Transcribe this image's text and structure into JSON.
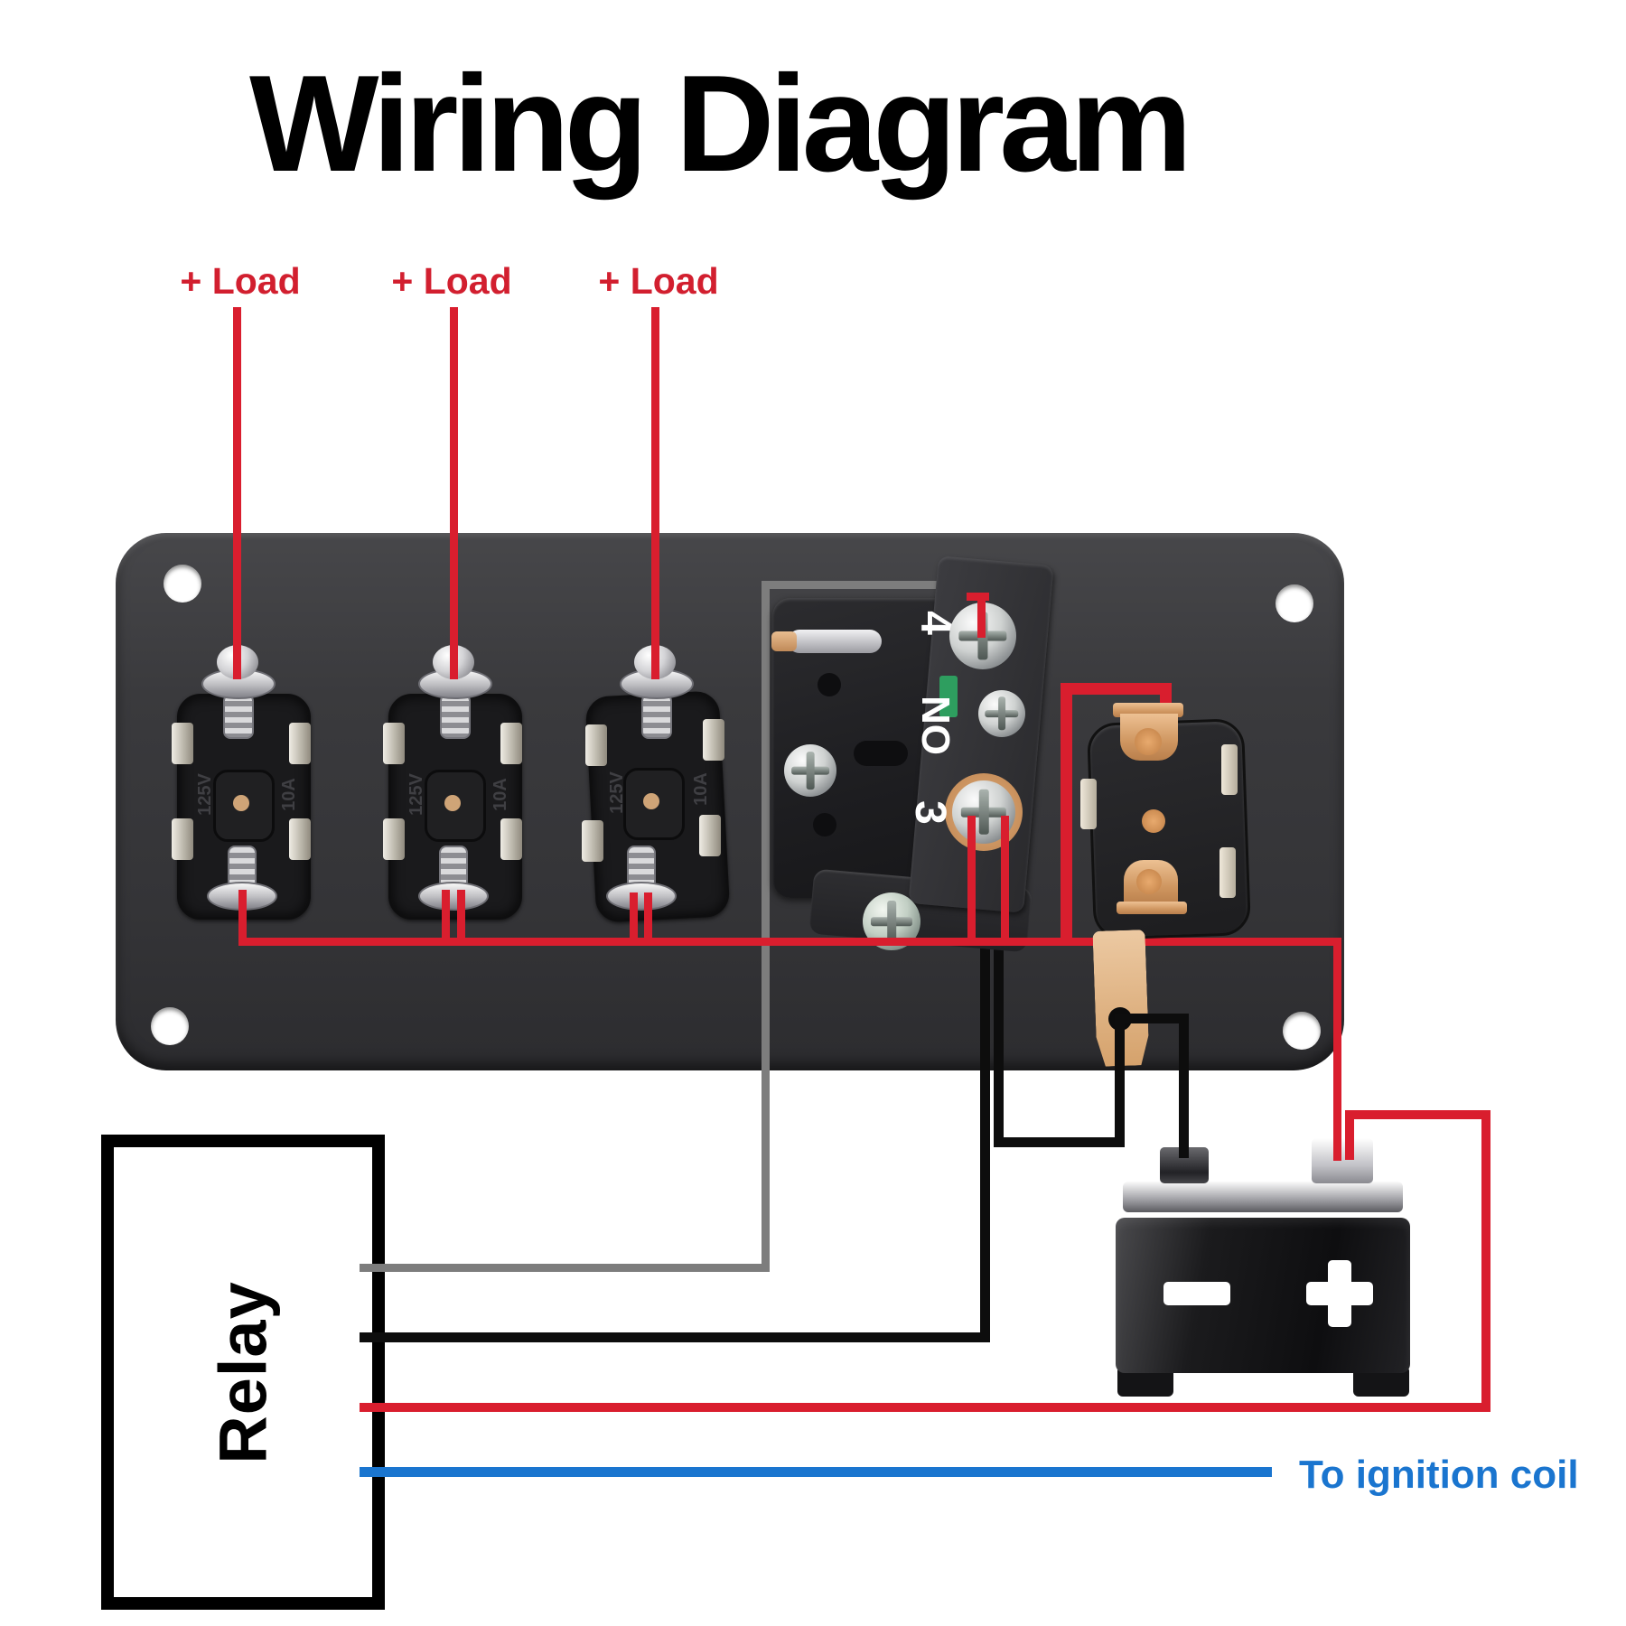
{
  "title": "Wiring Diagram",
  "labels": {
    "loads": [
      "+ Load",
      "+ Load",
      "+ Load"
    ],
    "relay": "Relay",
    "ignition": "To ignition coil"
  },
  "switches": [
    {
      "voltage": "125V",
      "amps": "10A"
    },
    {
      "voltage": "125V",
      "amps": "10A"
    },
    {
      "voltage": "125V",
      "amps": "10A"
    }
  ],
  "pushbutton": {
    "terminal_top": "4",
    "contact": "NO",
    "terminal_bottom": "3"
  },
  "battery": {
    "minus_symbol": "-",
    "plus_symbol": "+"
  },
  "colors": {
    "wire-red": "#d91e2e",
    "wire-black": "#0d0d0d",
    "wire-gray": "#7d7d7d",
    "wire-blue": "#1a75cf",
    "label-red": "#d21f2f",
    "panel-gray": "#3a3a3d"
  }
}
